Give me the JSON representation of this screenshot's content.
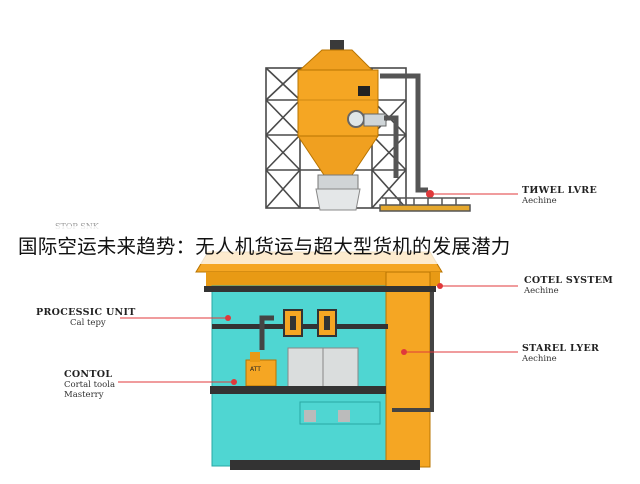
{
  "headline": "国际空运未来趋势：无人机货运与超大型货机的发展潜力",
  "faint_label": "STOP SNK",
  "labels": {
    "travel": {
      "line1": "TИWEL LVRE",
      "line2": "Aechine"
    },
    "control_system": {
      "line1": "COTEL SYSTEM",
      "line2": "Aechine"
    },
    "process_unit": {
      "line1": "PROCESSIC UNIT",
      "line2": "Cal tepy"
    },
    "starel": {
      "line1": "STAREL LYER",
      "line2": "Aechine"
    },
    "control": {
      "line1": "CONTOL",
      "line2": "Cortal toola",
      "line3": "Masterry"
    }
  },
  "panel_tag": "ATT",
  "colors": {
    "orange": "#f5a623",
    "orange_dark": "#d98a10",
    "cyan": "#4fd6d2",
    "frame": "#3a3a3a",
    "leader": "#e0393b",
    "grey_box": "#dadddd"
  }
}
